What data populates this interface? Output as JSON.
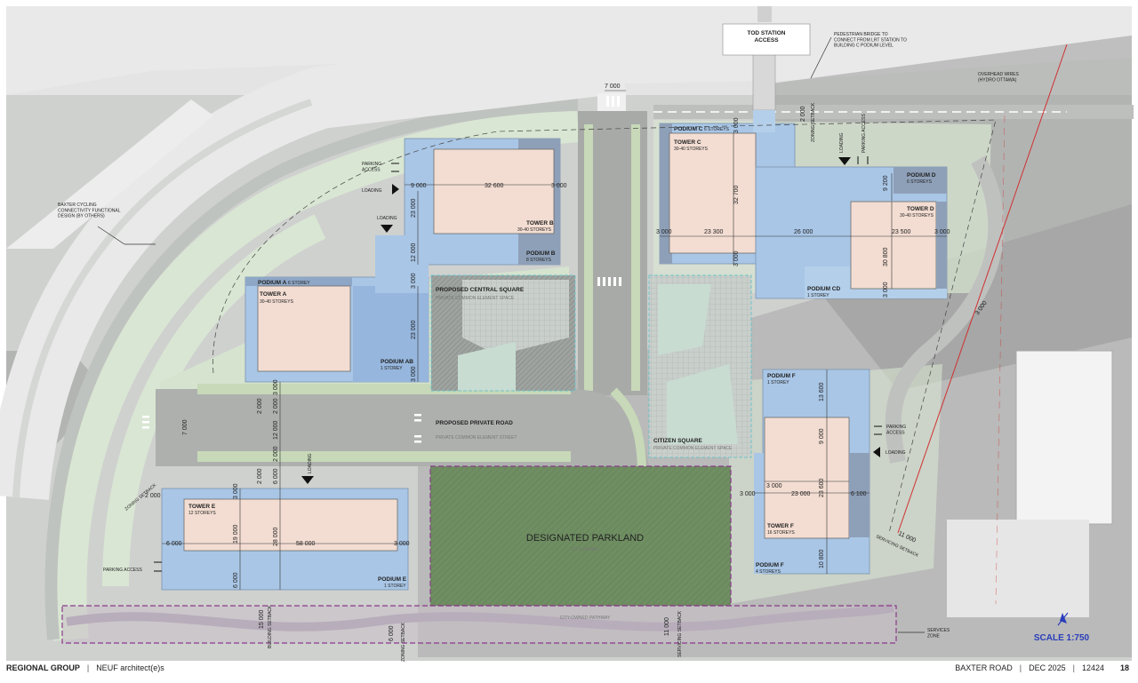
{
  "labels": {
    "tod_station": "TOD STATION\nACCESS",
    "ped_bridge": "PEDESTRIAN BRIDGE TO\nCONNECT FROM LRT STATION TO\nBUILDING C PODIUM LEVEL",
    "overhead": "OVERHEAD WIRES\n(HYDRO OTTAWA)",
    "baxter_cycling": "BAXTER CYCLING\nCONNECTIVITY FUNCTIONAL\nDESIGN (BY OTHERS)",
    "parking_access": "PARKING\nACCESS",
    "parking_access_inline": "PARKING ACCESS",
    "loading": "LOADING",
    "zoning_setback": "ZONING SETBACK",
    "building_setback": "BUILDING SETBACK",
    "servicing_setback": "SERVICING SETBACK",
    "central_square": "PROPOSED CENTRAL SQUARE",
    "central_square_sub": "PRIVATE COMMON ELEMENT SPACE",
    "private_road": "PROPOSED PRIVATE ROAD",
    "private_road_sub": "PRIVATE COMMON ELEMENT STREET",
    "citizen_square": "CITIZEN SQUARE",
    "citizen_square_sub": "PRIVATE COMMON ELEMENT SPACE",
    "parkland": "DESIGNATED PARKLAND",
    "parkland_sub": "CITY-OWNED",
    "pathway": "CITY-OWNED PATHWAY",
    "services_zone": "SERVICES\nZONE",
    "scale": "SCALE 1:750"
  },
  "buildings": {
    "tower_a": {
      "name": "TOWER A",
      "storeys": "30-40 STOREYS"
    },
    "podium_a": {
      "name": "PODIUM A",
      "storeys": "6 STOREY"
    },
    "podium_ab": {
      "name": "PODIUM AB",
      "storeys": "1 STOREY"
    },
    "tower_b": {
      "name": "TOWER B",
      "storeys": "30-40 STOREYS"
    },
    "podium_b": {
      "name": "PODIUM B",
      "storeys": "8 STOREYS"
    },
    "tower_c": {
      "name": "TOWER C",
      "storeys": "30-40 STOREYS"
    },
    "podium_c": {
      "name": "PODIUM C",
      "storeys": "6 STOREYS"
    },
    "tower_d": {
      "name": "TOWER D",
      "storeys": "30-40 STOREYS"
    },
    "podium_d": {
      "name": "PODIUM D",
      "storeys": "6 STOREYS"
    },
    "podium_cd": {
      "name": "PODIUM CD",
      "storeys": "1 STOREY"
    },
    "tower_e": {
      "name": "TOWER E",
      "storeys": "12 STOREYS"
    },
    "podium_e": {
      "name": "PODIUM E",
      "storeys": "1 STOREY"
    },
    "tower_f": {
      "name": "TOWER F",
      "storeys": "16 STOREYS"
    },
    "podium_f_top": {
      "name": "PODIUM F",
      "storeys": "1 STOREY"
    },
    "podium_f_bot": {
      "name": "PODIUM F",
      "storeys": "4 STOREYS"
    }
  },
  "dimensions": {
    "d7000": "7 000",
    "d2000": "2 000",
    "d3000": "3 000",
    "d6000": "6 000",
    "d9000": "9 000",
    "d9200": "9 200",
    "d10800": "10 800",
    "d11000": "11 000",
    "d12000": "12 000",
    "d13600": "13 600",
    "d15000": "15 000",
    "d19000": "19 000",
    "d23000": "23 000",
    "d23300": "23 300",
    "d23500": "23 500",
    "d23600": "23 600",
    "d26000": "26 000",
    "d28000": "28 000",
    "d30800": "30 800",
    "d32600": "32 600",
    "d32700": "32 700",
    "d58000": "58 000",
    "d6100": "6 100"
  },
  "footer": {
    "company": "REGIONAL GROUP",
    "architect": "NEUF architect(e)s",
    "project": "BAXTER ROAD",
    "date": "DEC 2025",
    "number": "12424",
    "page": "18"
  }
}
